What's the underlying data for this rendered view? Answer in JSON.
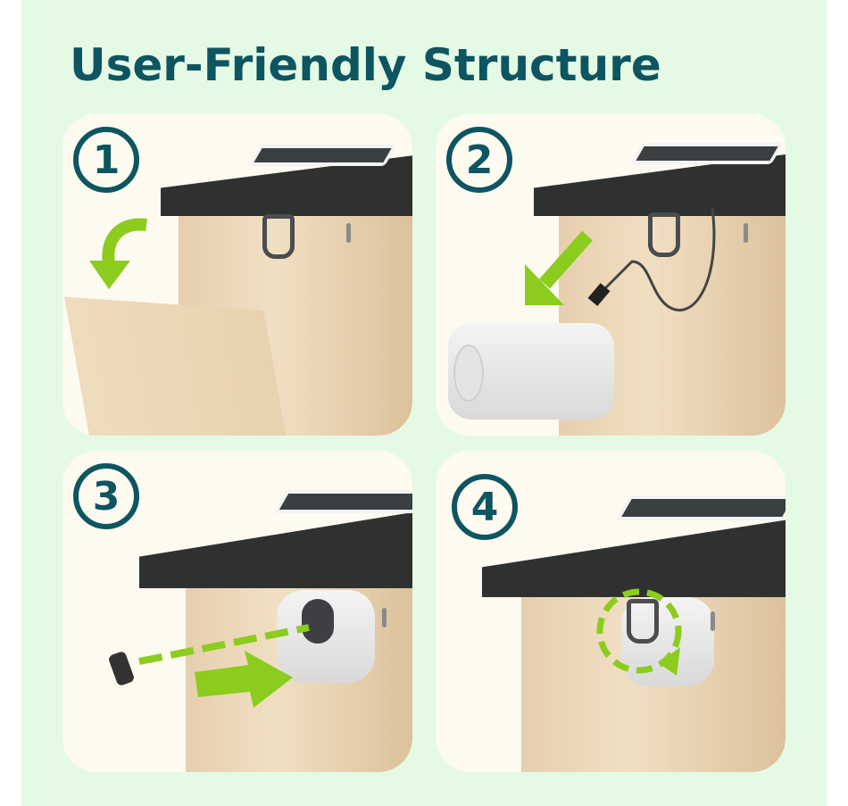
{
  "title": "User-Friendly Structure",
  "steps": [
    {
      "number": "1"
    },
    {
      "number": "2"
    },
    {
      "number": "3"
    },
    {
      "number": "4"
    }
  ],
  "colors": {
    "background": "#e5fae4",
    "panel": "#fdfaf0",
    "title": "#0d5560",
    "arrow": "#8ccc1e",
    "roof": "#2f3131",
    "wood": "#ecd7b6"
  }
}
